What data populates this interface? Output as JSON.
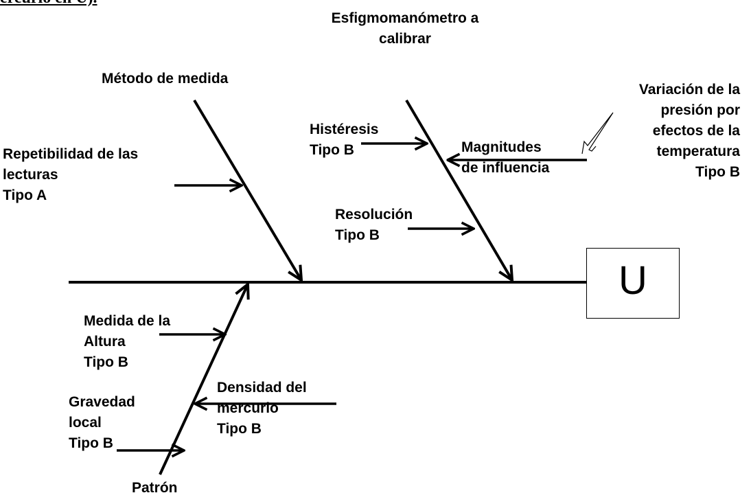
{
  "heading_fragment": "ercurio en U).",
  "result_label": "U",
  "labels": {
    "esfigmo": "Esfigmomanómetro a\ncalibrar",
    "metodo": "Método de medida",
    "variacion": "Variación de la\npresión por\nefectos de la\ntemperatura\nTipo B",
    "histeresis": "Histéresis\nTipo B",
    "magnitudes": "Magnitudes\nde influencia",
    "repetibilidad": "Repetibilidad de las\nlecturas\nTipo A",
    "resolucion": "Resolución\nTipo B",
    "medida_altura": "Medida de la\nAltura\nTipo B",
    "densidad": "Densidad del\nmercurio\nTipo B",
    "gravedad": "Gravedad\nlocal\nTipo B",
    "patron": "Patrón"
  },
  "colors": {
    "ink": "#000000",
    "background": "#ffffff"
  }
}
